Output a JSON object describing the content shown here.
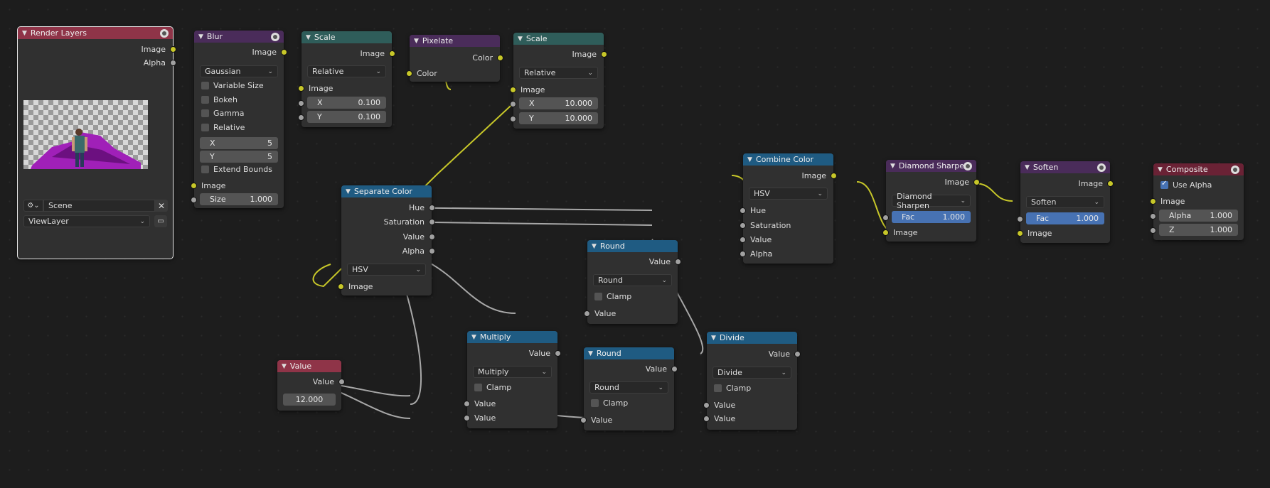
{
  "nodes": {
    "render_layers": {
      "title": "Render Layers",
      "out_image": "Image",
      "out_alpha": "Alpha",
      "scene": "Scene",
      "view_layer": "ViewLayer"
    },
    "blur": {
      "title": "Blur",
      "out_image": "Image",
      "filter_type": "Gaussian",
      "variable_size": "Variable Size",
      "bokeh": "Bokeh",
      "gamma": "Gamma",
      "relative": "Relative",
      "x_label": "X",
      "x_value": "5",
      "y_label": "Y",
      "y_value": "5",
      "extend_bounds": "Extend Bounds",
      "in_image": "Image",
      "size_label": "Size",
      "size_value": "1.000"
    },
    "scale1": {
      "title": "Scale",
      "out_image": "Image",
      "space": "Relative",
      "in_image": "Image",
      "x_label": "X",
      "x_value": "0.100",
      "y_label": "Y",
      "y_value": "0.100"
    },
    "pixelate": {
      "title": "Pixelate",
      "out_color": "Color",
      "in_color": "Color"
    },
    "scale2": {
      "title": "Scale",
      "out_image": "Image",
      "space": "Relative",
      "in_image": "Image",
      "x_label": "X",
      "x_value": "10.000",
      "y_label": "Y",
      "y_value": "10.000"
    },
    "separate_color": {
      "title": "Separate Color",
      "out_hue": "Hue",
      "out_saturation": "Saturation",
      "out_value": "Value",
      "out_alpha": "Alpha",
      "mode": "HSV",
      "in_image": "Image"
    },
    "combine_color": {
      "title": "Combine Color",
      "out_image": "Image",
      "mode": "HSV",
      "in_hue": "Hue",
      "in_saturation": "Saturation",
      "in_value": "Value",
      "in_alpha": "Alpha"
    },
    "round1": {
      "title": "Round",
      "out_value": "Value",
      "operation": "Round",
      "clamp": "Clamp",
      "in_value": "Value"
    },
    "diamond_sharpen": {
      "title": "Diamond Sharpen",
      "out_image": "Image",
      "mode": "Diamond Sharpen",
      "fac_label": "Fac",
      "fac_value": "1.000",
      "in_image": "Image"
    },
    "soften": {
      "title": "Soften",
      "out_image": "Image",
      "mode": "Soften",
      "fac_label": "Fac",
      "fac_value": "1.000",
      "in_image": "Image"
    },
    "composite": {
      "title": "Composite",
      "use_alpha": "Use Alpha",
      "in_image": "Image",
      "alpha_label": "Alpha",
      "alpha_value": "1.000",
      "z_label": "Z",
      "z_value": "1.000"
    },
    "value": {
      "title": "Value",
      "out_value": "Value",
      "value": "12.000"
    },
    "multiply": {
      "title": "Multiply",
      "out_value": "Value",
      "operation": "Multiply",
      "clamp": "Clamp",
      "in_value1": "Value",
      "in_value2": "Value"
    },
    "round2": {
      "title": "Round",
      "out_value": "Value",
      "operation": "Round",
      "clamp": "Clamp",
      "in_value": "Value"
    },
    "divide": {
      "title": "Divide",
      "out_value": "Value",
      "operation": "Divide",
      "clamp": "Clamp",
      "in_value1": "Value",
      "in_value2": "Value"
    }
  },
  "colors": {
    "image_socket": "#c7c729",
    "value_socket": "#a1a1a1",
    "input_header": "#8f3448",
    "filter_header": "#4a2c5a",
    "distort_header": "#2f5d5a",
    "converter_header": "#1f5b82",
    "output_header": "#6a2235"
  }
}
